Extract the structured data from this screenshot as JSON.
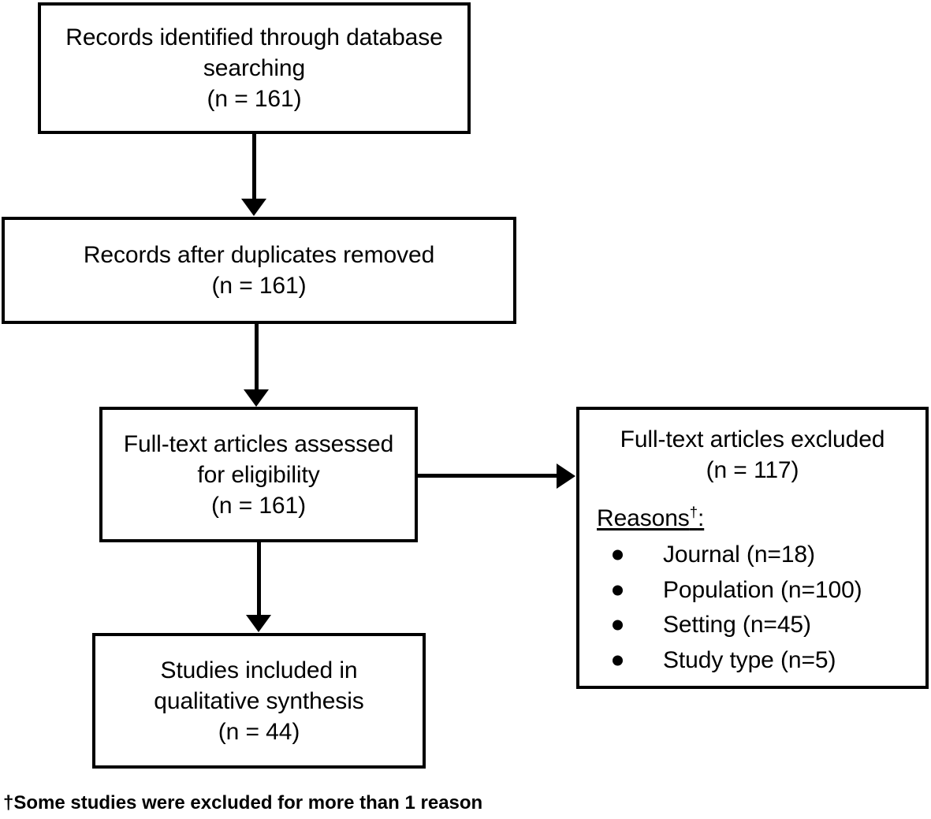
{
  "diagram": {
    "title": "PRISMA study selection flow diagram",
    "boxes": {
      "identified": {
        "line1": "Records identified through database",
        "line2": "searching",
        "line3": "(n = 161)"
      },
      "duplicates": {
        "line1": "Records after duplicates removed",
        "line2": "(n = 161)"
      },
      "assessed": {
        "line1": "Full-text articles assessed",
        "line2": "for eligibility",
        "line3": "(n = 161)"
      },
      "included": {
        "line1": "Studies included in",
        "line2": "qualitative synthesis",
        "line3": "(n = 44)"
      },
      "excluded": {
        "line1": "Full-text articles excluded",
        "line2": "(n = 117)",
        "reasons_label": "Reasons",
        "reasons_marker": "†",
        "reasons_colon": ":",
        "reasons": [
          "Journal (n=18)",
          "Population (n=100)",
          "Setting (n=45)",
          "Study type (n=5)"
        ]
      }
    },
    "footnote": "†Some studies were excluded for more than 1 reason",
    "colors": {
      "background": "#ffffff",
      "stroke": "#000000",
      "text": "#000000"
    }
  }
}
